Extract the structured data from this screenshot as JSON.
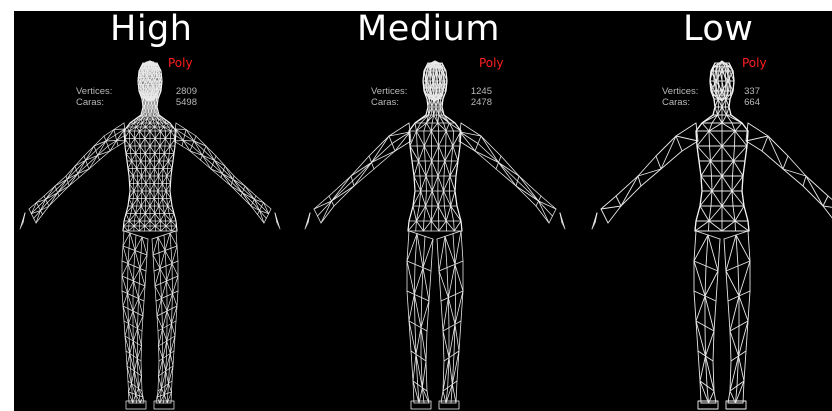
{
  "panels": [
    {
      "title": "High",
      "subtitle": "Poly",
      "vertices_label": "Vertices:",
      "vertices_value": "2809",
      "faces_label": "Caras:",
      "faces_value": "5498",
      "mesh_density": "high"
    },
    {
      "title": "Medium",
      "subtitle": "Poly",
      "vertices_label": "Vertices:",
      "vertices_value": "1245",
      "faces_label": "Caras:",
      "faces_value": "2478",
      "mesh_density": "medium"
    },
    {
      "title": "Low",
      "subtitle": "Poly",
      "vertices_label": "Vertices:",
      "vertices_value": "337",
      "faces_label": "Caras:",
      "faces_value": "664",
      "mesh_density": "low"
    }
  ],
  "colors": {
    "background": "#000000",
    "title": "#ffffff",
    "subtitle": "#ff1e1e",
    "stats": "#b9b9b9",
    "wireframe": "#e9e9e9"
  }
}
